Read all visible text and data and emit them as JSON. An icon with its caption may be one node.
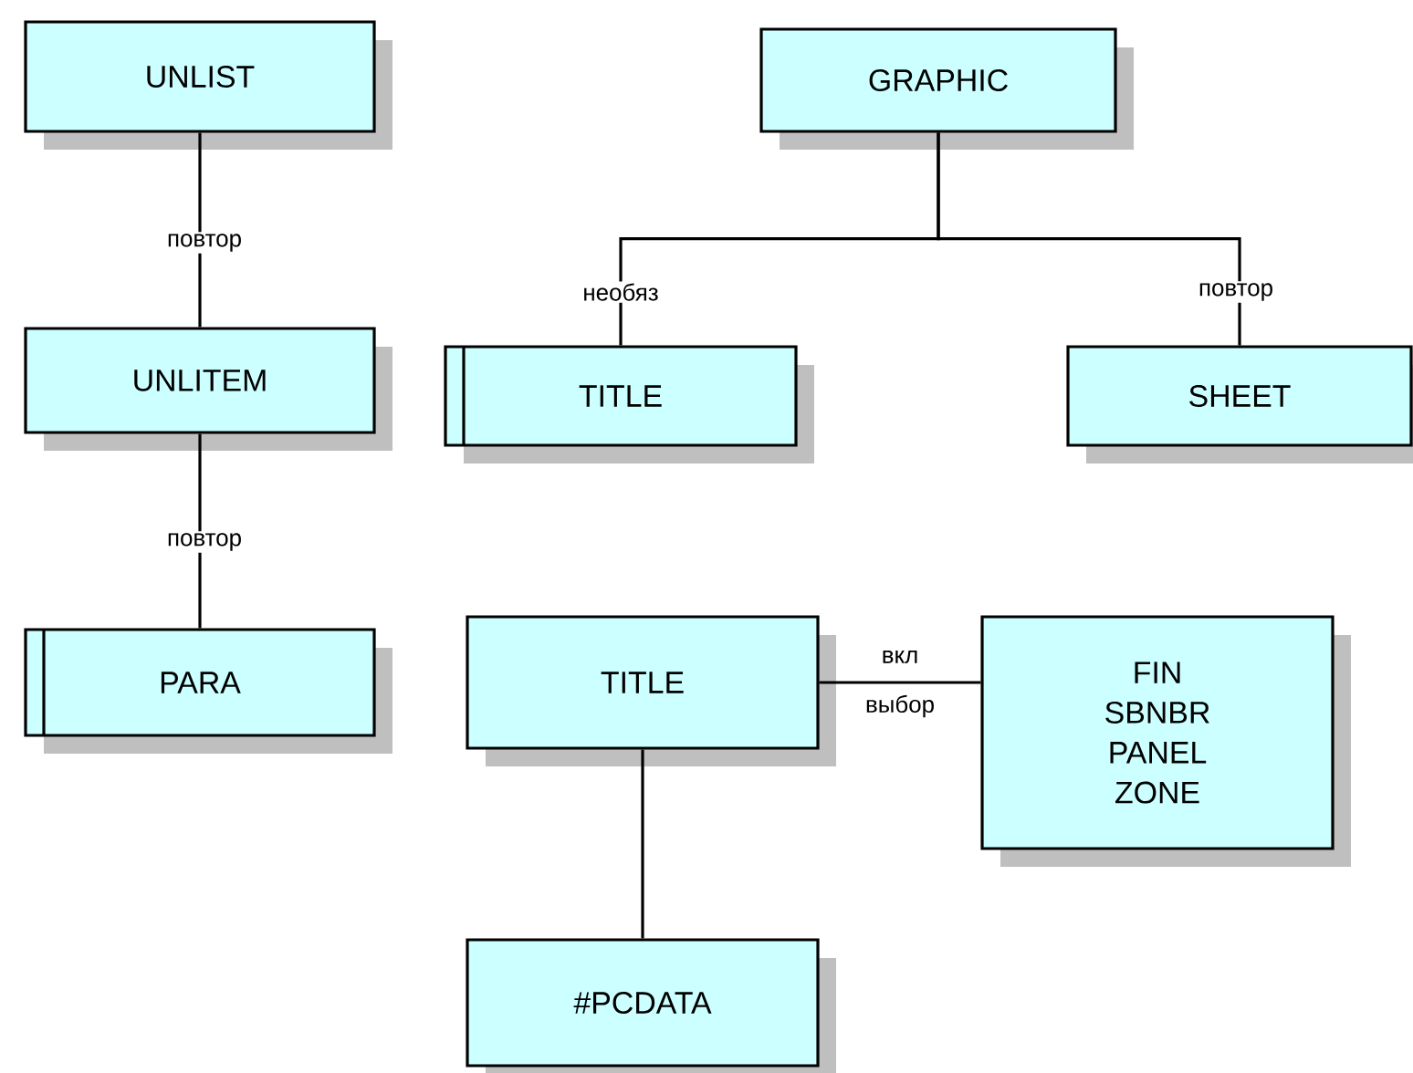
{
  "diagram": {
    "nodes": [
      {
        "text": [
          "UNLIST"
        ]
      },
      {
        "text": [
          "UNLITEM"
        ]
      },
      {
        "text": [
          "PARA"
        ]
      },
      {
        "text": [
          "GRAPHIC"
        ]
      },
      {
        "text": [
          "TITLE"
        ]
      },
      {
        "text": [
          "SHEET"
        ]
      },
      {
        "text": [
          "TITLE"
        ]
      },
      {
        "text": [
          "FIN",
          "SBNBR",
          "PANEL",
          "ZONE"
        ]
      },
      {
        "text": [
          "#PCDATA"
        ]
      }
    ],
    "edges": [
      {
        "from": 0,
        "to": 1,
        "arrow": "none",
        "label": "повтор"
      },
      {
        "from": 1,
        "to": 2,
        "arrow": "none",
        "label": "повтор"
      },
      {
        "from": 3,
        "to": 4,
        "arrow": "none",
        "label": "необяз"
      },
      {
        "from": 3,
        "to": 5,
        "arrow": "none",
        "label": "повтор"
      },
      {
        "from": 6,
        "to": 7,
        "arrow": "none",
        "label": "вкл"
      },
      {
        "from": 6,
        "to": 8,
        "arrow": "none"
      }
    ],
    "labels": [
      "выбор"
    ]
  }
}
